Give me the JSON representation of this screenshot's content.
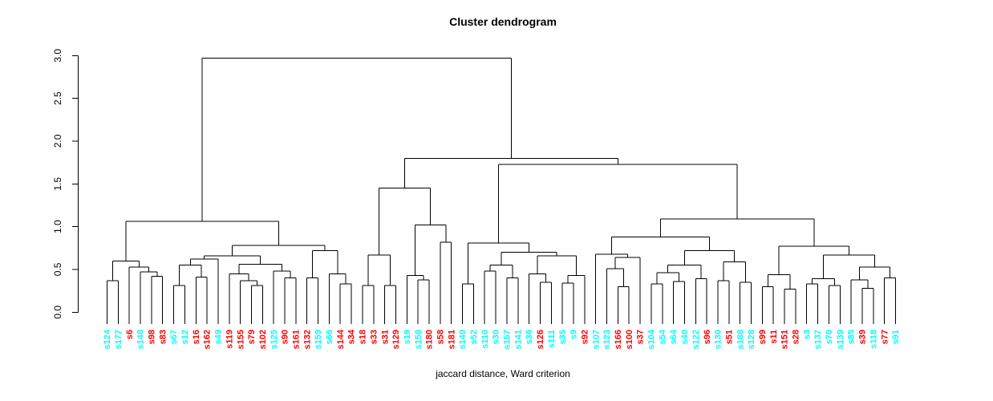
{
  "title": "Cluster dendrogram",
  "caption": "jaccard distance, Ward criterion",
  "palette": {
    "cyan": "#00FFFF",
    "red": "#FF0000",
    "line": "#000000",
    "background": "#FFFFFF"
  },
  "y_axis": {
    "tick_labels": [
      "0.0",
      "0.5",
      "1.0",
      "1.5",
      "2.0",
      "2.5",
      "3.0"
    ],
    "tick_values": [
      0,
      0.5,
      1,
      1.5,
      2,
      2.5,
      3
    ]
  },
  "chart_data": {
    "type": "dendrogram",
    "title": "Cluster dendrogram",
    "xlabel": "jaccard distance, Ward criterion",
    "ylabel": "",
    "ylim": [
      0,
      3.0
    ],
    "root_height": 2.97,
    "leaves": [
      {
        "label": "s124",
        "color": "cyan"
      },
      {
        "label": "s177",
        "color": "cyan"
      },
      {
        "label": "s6",
        "color": "red"
      },
      {
        "label": "s148",
        "color": "cyan"
      },
      {
        "label": "s98",
        "color": "red"
      },
      {
        "label": "s83",
        "color": "red"
      },
      {
        "label": "s67",
        "color": "cyan"
      },
      {
        "label": "s12",
        "color": "cyan"
      },
      {
        "label": "s16",
        "color": "red"
      },
      {
        "label": "s162",
        "color": "red"
      },
      {
        "label": "s49",
        "color": "cyan"
      },
      {
        "label": "s119",
        "color": "red"
      },
      {
        "label": "s155",
        "color": "red"
      },
      {
        "label": "s79",
        "color": "red"
      },
      {
        "label": "s102",
        "color": "red"
      },
      {
        "label": "s125",
        "color": "cyan"
      },
      {
        "label": "s90",
        "color": "red"
      },
      {
        "label": "s161",
        "color": "red"
      },
      {
        "label": "s132",
        "color": "red"
      },
      {
        "label": "s159",
        "color": "cyan"
      },
      {
        "label": "s66",
        "color": "cyan"
      },
      {
        "label": "s144",
        "color": "red"
      },
      {
        "label": "s34",
        "color": "red"
      },
      {
        "label": "s18",
        "color": "red"
      },
      {
        "label": "s33",
        "color": "red"
      },
      {
        "label": "s31",
        "color": "red"
      },
      {
        "label": "s129",
        "color": "red"
      },
      {
        "label": "s19",
        "color": "cyan"
      },
      {
        "label": "s158",
        "color": "cyan"
      },
      {
        "label": "s180",
        "color": "red"
      },
      {
        "label": "s58",
        "color": "red"
      },
      {
        "label": "s181",
        "color": "red"
      },
      {
        "label": "s140",
        "color": "cyan"
      },
      {
        "label": "s52",
        "color": "cyan"
      },
      {
        "label": "s110",
        "color": "cyan"
      },
      {
        "label": "s30",
        "color": "cyan"
      },
      {
        "label": "s157",
        "color": "cyan"
      },
      {
        "label": "s141",
        "color": "cyan"
      },
      {
        "label": "s36",
        "color": "cyan"
      },
      {
        "label": "s126",
        "color": "red"
      },
      {
        "label": "s111",
        "color": "cyan"
      },
      {
        "label": "s35",
        "color": "cyan"
      },
      {
        "label": "s9",
        "color": "cyan"
      },
      {
        "label": "s92",
        "color": "red"
      },
      {
        "label": "s107",
        "color": "cyan"
      },
      {
        "label": "s123",
        "color": "cyan"
      },
      {
        "label": "s166",
        "color": "red"
      },
      {
        "label": "s100",
        "color": "red"
      },
      {
        "label": "s37",
        "color": "red"
      },
      {
        "label": "s104",
        "color": "cyan"
      },
      {
        "label": "s54",
        "color": "cyan"
      },
      {
        "label": "s64",
        "color": "cyan"
      },
      {
        "label": "s40",
        "color": "cyan"
      },
      {
        "label": "s122",
        "color": "cyan"
      },
      {
        "label": "s96",
        "color": "red"
      },
      {
        "label": "s130",
        "color": "cyan"
      },
      {
        "label": "s51",
        "color": "red"
      },
      {
        "label": "s188",
        "color": "cyan"
      },
      {
        "label": "s128",
        "color": "cyan"
      },
      {
        "label": "s99",
        "color": "red"
      },
      {
        "label": "s11",
        "color": "red"
      },
      {
        "label": "s151",
        "color": "red"
      },
      {
        "label": "s28",
        "color": "red"
      },
      {
        "label": "s3",
        "color": "cyan"
      },
      {
        "label": "s137",
        "color": "cyan"
      },
      {
        "label": "s70",
        "color": "cyan"
      },
      {
        "label": "s139",
        "color": "cyan"
      },
      {
        "label": "s85",
        "color": "cyan"
      },
      {
        "label": "s39",
        "color": "red"
      },
      {
        "label": "s118",
        "color": "cyan"
      },
      {
        "label": "s77",
        "color": "red"
      },
      {
        "label": "s91",
        "color": "cyan"
      }
    ],
    "tree": [
      2.97,
      [
        1.06,
        [
          0.6,
          [
            0.37,
            "s124",
            "s177"
          ],
          [
            0.53,
            "s6",
            [
              0.47,
              "s148",
              [
                0.42,
                "s98",
                "s83"
              ]
            ]
          ]
        ],
        [
          0.78,
          [
            0.66,
            [
              0.62,
              [
                0.55,
                [
                  0.31,
                  "s67",
                  "s12"
                ],
                [
                  0.41,
                  "s16",
                  "s162"
                ]
              ],
              "s49"
            ],
            [
              0.56,
              [
                0.45,
                "s119",
                [
                  0.37,
                  "s155",
                  [
                    0.31,
                    "s79",
                    "s102"
                  ]
                ]
              ],
              [
                0.48,
                "s125",
                [
                  0.4,
                  "s90",
                  "s161"
                ]
              ]
            ]
          ],
          [
            0.72,
            [
              0.4,
              "s132",
              "s159"
            ],
            [
              0.45,
              "s66",
              [
                0.33,
                "s144",
                "s34"
              ]
            ]
          ]
        ]
      ],
      [
        1.8,
        [
          1.45,
          [
            0.67,
            [
              0.31,
              "s18",
              "s33"
            ],
            [
              0.31,
              "s31",
              "s129"
            ]
          ],
          [
            1.02,
            [
              0.43,
              "s19",
              [
                0.38,
                "s158",
                "s180"
              ]
            ],
            [
              0.82,
              "s58",
              "s181"
            ]
          ]
        ],
        [
          1.73,
          [
            0.81,
            [
              0.33,
              "s140",
              "s52"
            ],
            [
              0.7,
              [
                0.55,
                [
                  0.48,
                  "s110",
                  "s30"
                ],
                [
                  0.4,
                  "s157",
                  "s141"
                ]
              ],
              [
                0.66,
                [
                  0.45,
                  "s36",
                  [
                    0.35,
                    "s126",
                    "s111"
                  ]
                ],
                [
                  0.43,
                  [
                    0.34,
                    "s35",
                    "s9"
                  ],
                  "s92"
                ]
              ]
            ]
          ],
          [
            1.09,
            [
              0.88,
              [
                0.68,
                "s107",
                [
                  0.64,
                  [
                    0.51,
                    "s123",
                    [
                      0.3,
                      "s166",
                      "s100"
                    ]
                  ],
                  "s37"
                ]
              ],
              [
                0.72,
                [
                  0.55,
                  [
                    0.46,
                    [
                      0.33,
                      "s104",
                      "s54"
                    ],
                    [
                      0.36,
                      "s64",
                      "s40"
                    ]
                  ],
                  [
                    0.39,
                    "s122",
                    "s96"
                  ]
                ],
                [
                  0.59,
                  [
                    0.37,
                    "s130",
                    "s51"
                  ],
                  [
                    0.35,
                    "s188",
                    "s128"
                  ]
                ]
              ]
            ],
            [
              0.77,
              [
                0.44,
                [
                  0.3,
                  "s99",
                  "s11"
                ],
                [
                  0.27,
                  "s151",
                  "s28"
                ]
              ],
              [
                0.67,
                [
                  0.39,
                  [
                    0.33,
                    "s3",
                    "s137"
                  ],
                  [
                    0.31,
                    "s70",
                    "s139"
                  ]
                ],
                [
                  0.53,
                  [
                    0.38,
                    "s85",
                    [
                      0.28,
                      "s39",
                      "s118"
                    ]
                  ],
                  [
                    0.4,
                    "s77",
                    "s91"
                  ]
                ]
              ]
            ]
          ]
        ]
      ]
    ]
  }
}
